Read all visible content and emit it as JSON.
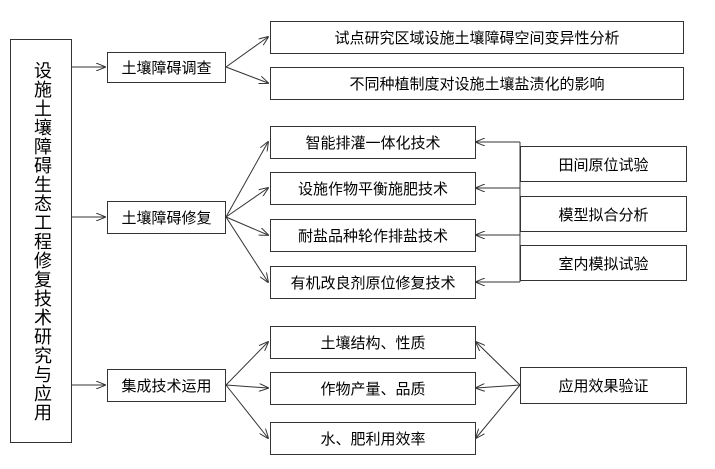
{
  "root": {
    "label": "设施土壤障碍生态工程修复技术研究与应用"
  },
  "sections": [
    {
      "label": "土壤障碍调查",
      "items": [
        "试点研究区域设施土壤障碍空间变异性分析",
        "不同种植制度对设施土壤盐渍化的影响"
      ]
    },
    {
      "label": "土壤障碍修复",
      "items": [
        "智能排灌一体化技术",
        "设施作物平衡施肥技术",
        "耐盐品种轮作排盐技术",
        "有机改良剂原位修复技术"
      ],
      "methods": [
        "田间原位试验",
        "模型拟合分析",
        "室内模拟试验"
      ]
    },
    {
      "label": "集成技术运用",
      "items": [
        "土壤结构、性质",
        "作物产量、品质",
        "水、肥利用效率"
      ],
      "methods": [
        "应用效果验证"
      ]
    }
  ]
}
